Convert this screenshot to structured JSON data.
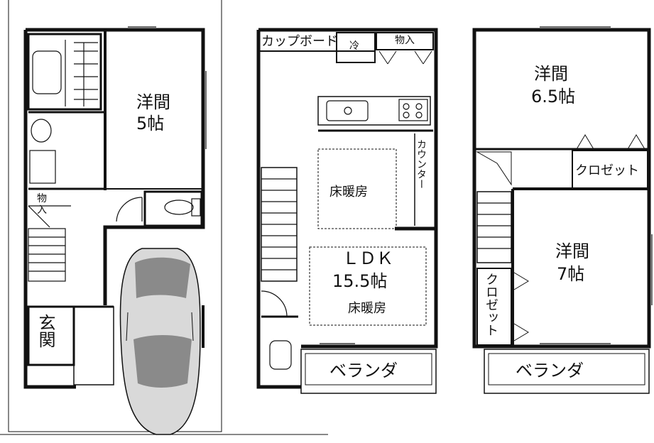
{
  "floors": {
    "first": {
      "storage_label": "物入",
      "bedroom_label": "洋間",
      "bedroom_size": "5帖",
      "entrance_label": "玄関"
    },
    "second": {
      "cupboard_label": "カップボード",
      "fridge_label": "冷",
      "storage_label": "物入",
      "counter_label": "カウンター",
      "floor_heating_upper": "床暖房",
      "ldk_label": "ＬＤＫ",
      "ldk_size": "15.5帖",
      "floor_heating_lower": "床暖房",
      "veranda_label": "ベランダ"
    },
    "third": {
      "bedroom_a_label": "洋間",
      "bedroom_a_size": "6.5帖",
      "closet_a_label": "クロゼット",
      "bedroom_b_label": "洋間",
      "bedroom_b_size": "7帖",
      "closet_b_label": "クロゼット",
      "veranda_label": "ベランダ"
    }
  },
  "colors": {
    "wall": "#111111",
    "line": "#333333",
    "car_fill": "#d9d9d9",
    "car_glass": "#8a8a8a"
  }
}
